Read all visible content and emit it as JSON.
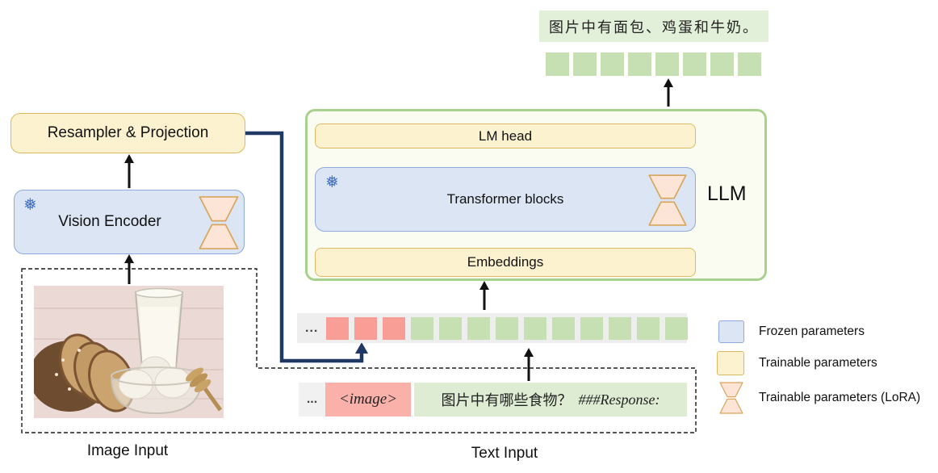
{
  "output": {
    "sentence": "图片中有面包、鸡蛋和牛奶。",
    "token_count": 8
  },
  "llm": {
    "label": "LLM",
    "lm_head_label": "LM head",
    "transformer_label": "Transformer blocks",
    "embeddings_label": "Embeddings"
  },
  "vision": {
    "resampler_label": "Resampler & Projection",
    "encoder_label": "Vision Encoder"
  },
  "icons": {
    "snowflake": "❅"
  },
  "inputs": {
    "image_label": "Image Input",
    "text_label": "Text Input",
    "ellipsis": "...",
    "image_token": "<image>",
    "prompt_zh": "图片中有哪些食物？",
    "prompt_latin": "###Response:"
  },
  "token_bar": {
    "ellipsis": "...",
    "image_token_count": 3,
    "text_token_count": 10
  },
  "legend": {
    "frozen_label": "Frozen parameters",
    "trainable_label": "Trainable parameters",
    "lora_label": "Trainable parameters (LoRA)"
  },
  "colors": {
    "frozen_fill": "#dbe5f4",
    "frozen_border": "#8faadc",
    "trainable_fill": "#fcf2d0",
    "trainable_border": "#dcba62",
    "lora_fill": "#fce4d6",
    "lora_border": "#d9a55a",
    "llm_border": "#a9d18e",
    "llm_fill": "#fbfcf1",
    "output_text_bg": "#e2efd9",
    "token_green": "#c6e0b4",
    "token_pink": "#f89e97",
    "image_token_bg": "#f9b1aa",
    "prompt_bg": "#ddecd2",
    "token_bar_bg": "#eeeeee",
    "connector_navy": "#1f3864",
    "snowflake_blue": "#4472c4"
  }
}
